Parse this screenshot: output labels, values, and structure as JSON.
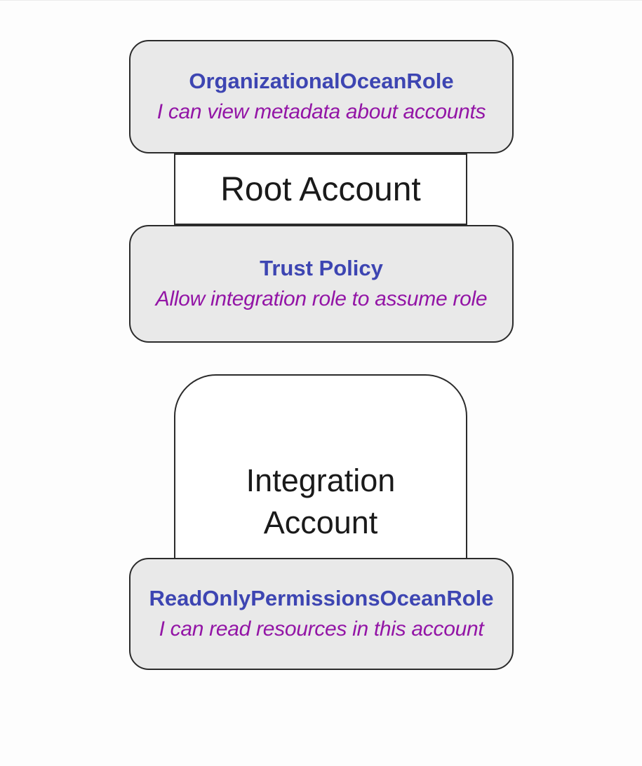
{
  "diagram": {
    "type": "flowchart",
    "colors": {
      "background": "#fdfdfd",
      "cluster_fill": "#ffffff",
      "node_fill": "#e9e9e9",
      "node_border": "#2b2b2b",
      "title_color": "#3d45b2",
      "subtitle_color": "#9315a6",
      "label_color": "#1a1a1a"
    },
    "clusters": [
      {
        "id": "root-account",
        "label": "Root Account"
      },
      {
        "id": "integration-account",
        "label": "Integration Account",
        "label_lines": [
          "Integration",
          "Account"
        ]
      }
    ],
    "nodes": [
      {
        "id": "organizational-ocean-role",
        "title": "OrganizationalOceanRole",
        "subtitle": "I can view metadata about accounts",
        "cluster": "root-account"
      },
      {
        "id": "trust-policy",
        "title": "Trust Policy",
        "subtitle": "Allow integration role to assume role",
        "cluster": "root-account"
      },
      {
        "id": "read-only-permissions-ocean-role",
        "title": "ReadOnlyPermissionsOceanRole",
        "subtitle": "I can read resources in this account",
        "cluster": "integration-account"
      }
    ]
  }
}
